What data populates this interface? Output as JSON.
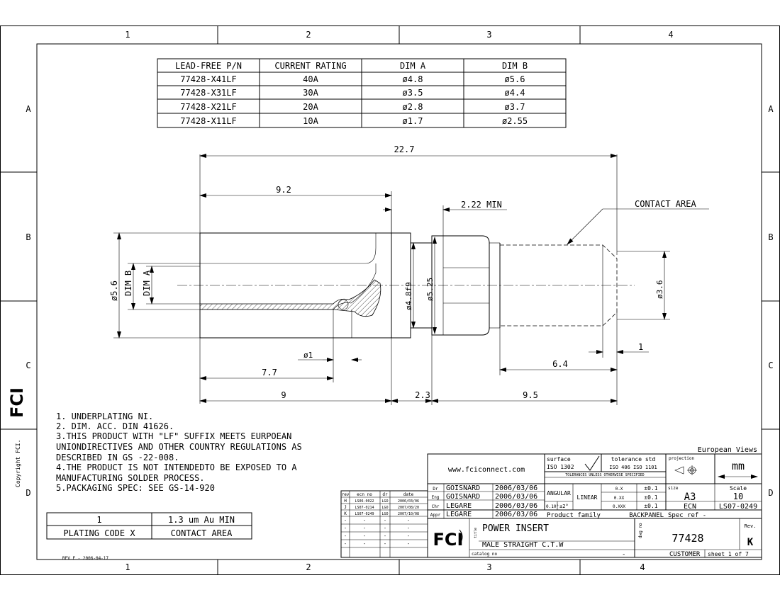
{
  "zones": {
    "columns": [
      "1",
      "2",
      "3",
      "4"
    ],
    "rows": [
      "A",
      "B",
      "C",
      "D"
    ]
  },
  "pn_table": {
    "headers": [
      "LEAD-FREE P/N",
      "CURRENT RATING",
      "DIM A",
      "DIM B"
    ],
    "rows": [
      [
        "77428-X41LF",
        "40A",
        "ø4.8",
        "ø5.6"
      ],
      [
        "77428-X31LF",
        "30A",
        "ø3.5",
        "ø4.4"
      ],
      [
        "77428-X21LF",
        "20A",
        "ø2.8",
        "ø3.7"
      ],
      [
        "77428-X11LF",
        "10A",
        "ø1.7",
        "ø2.55"
      ]
    ]
  },
  "dimensions": {
    "overall": "22.7",
    "d_9_2": "9.2",
    "d_2_22": "2.22 MIN",
    "contact_area": "CONTACT AREA",
    "dia_5_6": "ø5.6",
    "dim_b": "DIM B",
    "dim_a": "DIM A",
    "dia_4_8": "ø4.8f9",
    "dia_5_25": "ø5.25",
    "dia_3_6": "ø3.6",
    "d_1": "1",
    "dia_1": "ø1",
    "d_7_7": "7.7",
    "d_6_4": "6.4",
    "d_9": "9",
    "d_2_3": "2.3",
    "d_9_5": "9.5"
  },
  "notes": [
    "1. UNDERPLATING NI.",
    "2. DIM. ACC. DIN 41626.",
    "3.THIS PRODUCT WITH \"LF\" SUFFIX MEETS EURPOEAN",
    " UNIONDIRECTIVES AND OTHER COUNTRY REGULATIONS AS",
    " DESCRIBED IN GS -22-008.",
    " 4.THE PRODUCT IS NOT INTENDEDTO BE EXPOSED TO A",
    " MANUFACTURING SOLDER PROCESS.",
    " 5.PACKAGING SPEC: SEE GS-14-920"
  ],
  "plating_table": {
    "row1": [
      "1",
      "1.3 um Au MIN"
    ],
    "row2": [
      "PLATING CODE X",
      "CONTACT AREA"
    ]
  },
  "copyright": "Copyright FCI.",
  "rev_stamp": "REV F - 2006-04-17",
  "european_views": "European Views",
  "title_block": {
    "website": "www.fciconnect.com",
    "surface_label": "surface",
    "surface_iso": "ISO 1302",
    "tolerance_label": "tolerance std",
    "tolerance_iso": "ISO 406  ISO 1101",
    "tolerances_note": "TOLERANCES UNLESS OTHERWISE SPECIFIED",
    "projection_label": "projection",
    "unit": "mm",
    "rev_headers": [
      "rev",
      "ecn no",
      "dr",
      "date"
    ],
    "rev_rows": [
      [
        "H",
        "LS06-0022",
        "LGO",
        "2006/03/06"
      ],
      [
        "J",
        "LS07-0214",
        "LGO",
        "2007/08/20"
      ],
      [
        "K",
        "LS07-0249",
        "LGO",
        "2007/10/08"
      ],
      [
        "-",
        "-",
        "-",
        "-"
      ],
      [
        "-",
        "-",
        "-",
        "-"
      ],
      [
        "-",
        "-",
        "-",
        "-"
      ],
      [
        "-",
        "-",
        "-",
        "-"
      ]
    ],
    "sign_rows": [
      [
        "Dr",
        "GOISNARD",
        "2006/03/06"
      ],
      [
        "Eng",
        "GOISNARD",
        "2006/03/06"
      ],
      [
        "Chr",
        "LEGARE",
        "2006/03/06"
      ],
      [
        "Appr",
        "LEGARE",
        "2006/03/06"
      ]
    ],
    "angular": "ANGULAR",
    "linear": "LINEAR",
    "ang_tol": "0.10°",
    "ang_tol2": "±2°",
    "lin_rows": [
      [
        "0.X",
        "±0.1"
      ],
      [
        "0.XX",
        "±0.1"
      ],
      [
        "0.XXX",
        "±0.1"
      ]
    ],
    "size_label": "size",
    "size": "A3",
    "scale_label": "Scale",
    "scale": "10",
    "ecn_label": "ECN",
    "ecn": "LS07-0249",
    "product_family_label": "Product family",
    "product_family": "BACKPANEL",
    "spec_ref": "Spec ref  -",
    "title_label": "title",
    "title": "POWER INSERT",
    "subtitle": "MALE STRAIGHT C.T.W",
    "catalog_label": "catalog no",
    "catalog": "-",
    "dwg_label": "dwg no",
    "dwg_no": "77428",
    "rev_label": "Rev.",
    "rev": "K",
    "customer": "CUSTOMER",
    "sheet": "sheet  1  of  7",
    "logo": "FCI"
  }
}
